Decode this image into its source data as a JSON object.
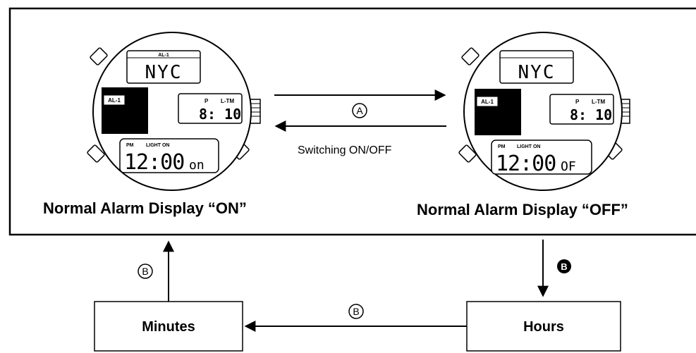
{
  "watch_on": {
    "top_small": "AL-1",
    "city": "NYC",
    "badge": "AL-1",
    "right_p": "P",
    "right_ltm": "L-TM",
    "right_time": "8: 10",
    "bottom_pm": "PM",
    "bottom_light": "LIGHT ON",
    "bottom_time": "12:00",
    "bottom_suffix": "on",
    "caption": "Normal Alarm Display “ON”"
  },
  "watch_off": {
    "top_small": "",
    "city": "NYC",
    "badge": "AL-1",
    "right_p": "P",
    "right_ltm": "L-TM",
    "right_time": "8: 10",
    "bottom_pm": "PM",
    "bottom_light": "LIGHT ON",
    "bottom_time": "12:00",
    "bottom_suffix": "OF",
    "caption": "Normal Alarm Display “OFF”"
  },
  "transition": {
    "marker_a": "A",
    "label": "Switching ON/OFF"
  },
  "flow": {
    "marker_b_left": "B",
    "marker_b_right": "B",
    "marker_b_bottom": "B",
    "minutes_box": "Minutes",
    "hours_box": "Hours"
  }
}
